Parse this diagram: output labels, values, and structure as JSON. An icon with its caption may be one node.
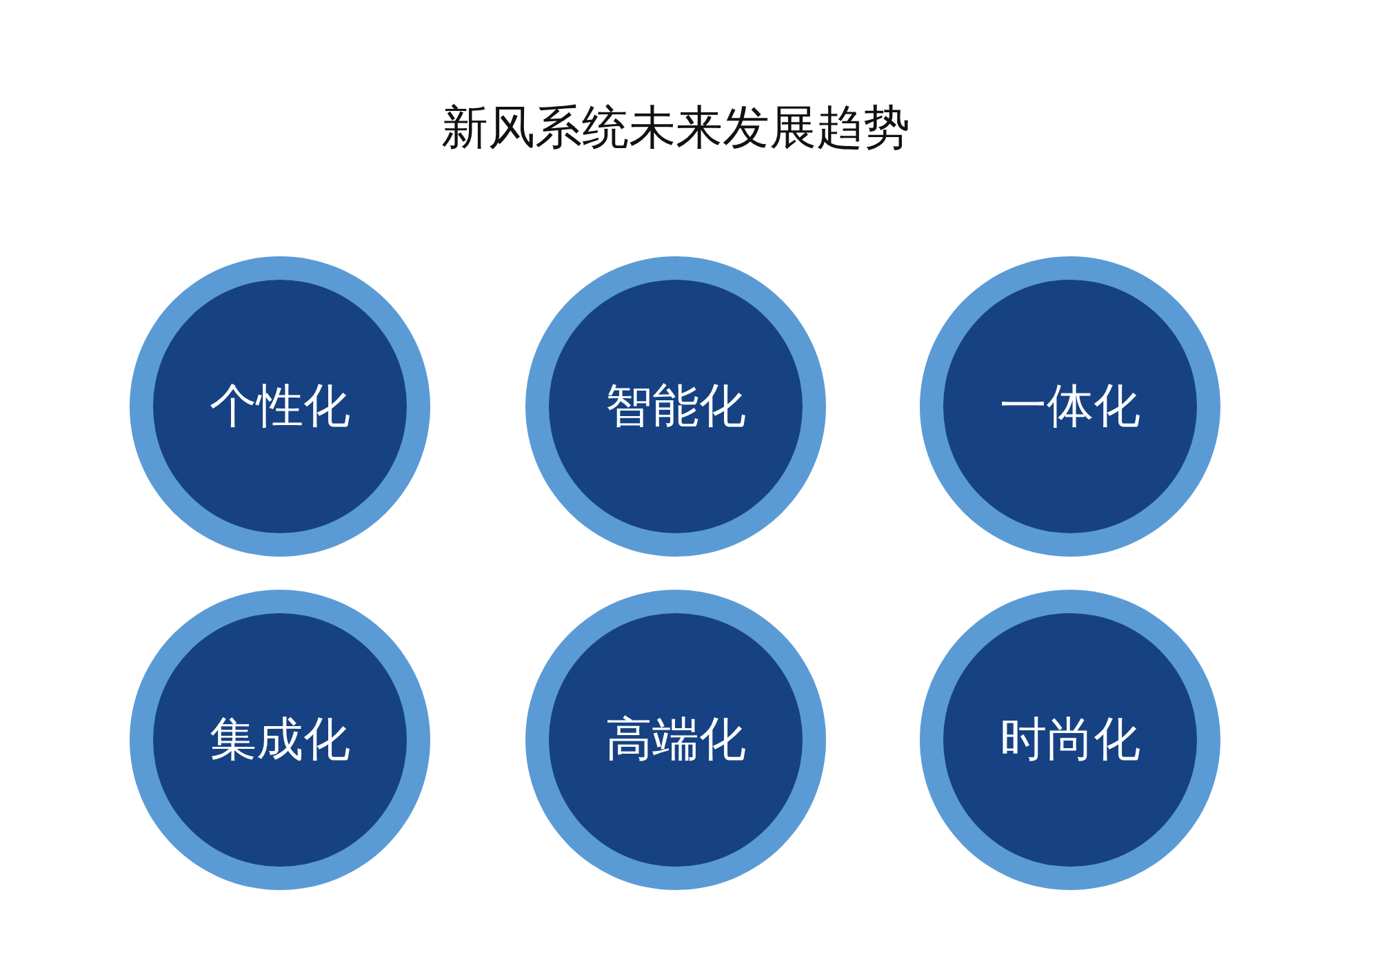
{
  "diagram": {
    "title": "新风系统未来发展趋势",
    "nodes": [
      {
        "text": [
          "个性化"
        ]
      },
      {
        "text": [
          "智能化"
        ]
      },
      {
        "text": [
          "一体化"
        ]
      },
      {
        "text": [
          "集成化"
        ]
      },
      {
        "text": [
          "高端化"
        ]
      },
      {
        "text": [
          "时尚化"
        ]
      }
    ],
    "edges": []
  }
}
